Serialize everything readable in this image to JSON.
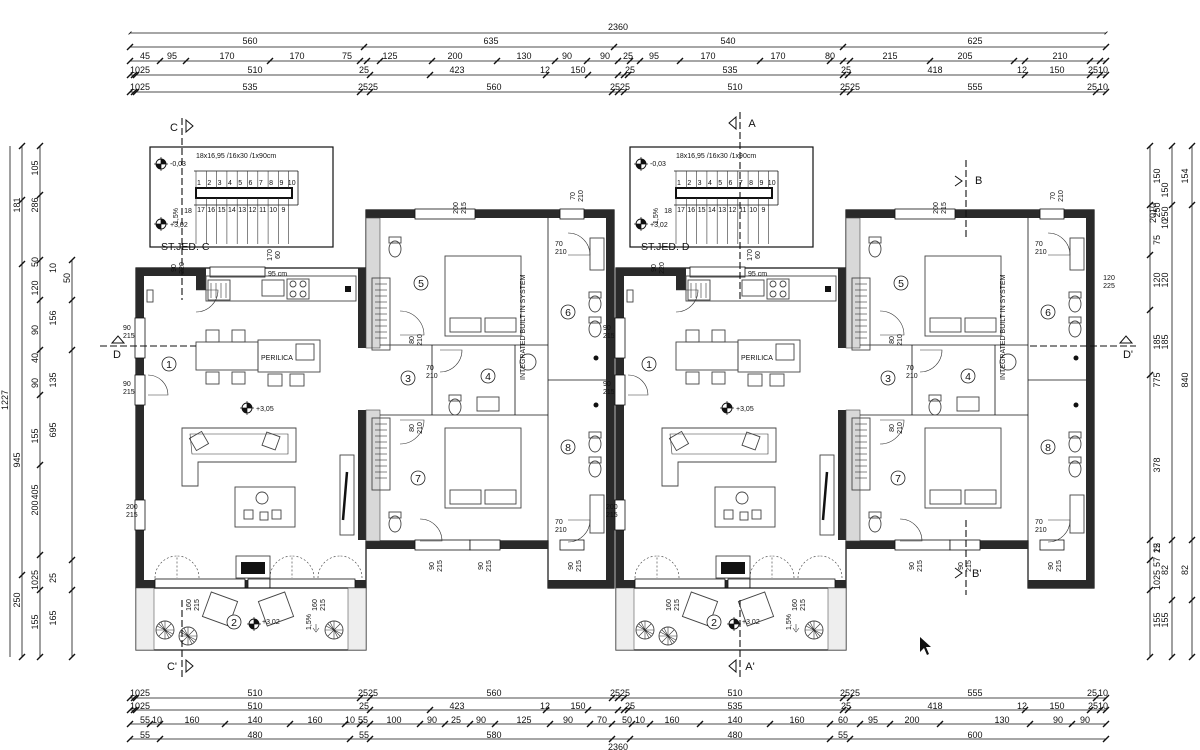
{
  "dims": {
    "top_overall": "2360",
    "top_row1": [
      "560",
      "635",
      "540",
      "625"
    ],
    "top_row2": [
      "45",
      "95",
      "170",
      "170",
      "75",
      "125",
      "200",
      "130",
      "90",
      "90",
      "25",
      "95",
      "170",
      "170",
      "80",
      "215",
      "205",
      "210"
    ],
    "top_row3": [
      "1025",
      "510",
      "25",
      "423",
      "12",
      "150",
      "25",
      "535",
      "25",
      "418",
      "12",
      "150",
      "25",
      "10"
    ],
    "top_row4": [
      "1025",
      "535",
      "2525",
      "560",
      "2525",
      "510",
      "2525",
      "555",
      "25",
      "10"
    ],
    "bottom_row1": [
      "1025",
      "510",
      "2525",
      "560",
      "2525",
      "510",
      "2525",
      "555",
      "25",
      "10"
    ],
    "bottom_row2": [
      "1025",
      "510",
      "25",
      "423",
      "12",
      "150",
      "25",
      "535",
      "25",
      "418",
      "12",
      "150",
      "25",
      "10"
    ],
    "bottom_row3": [
      "55",
      "10",
      "160",
      "140",
      "160",
      "10",
      "55",
      "100",
      "90",
      "25",
      "90",
      "125",
      "90",
      "70",
      "50",
      "10",
      "160",
      "140",
      "160",
      "60",
      "95",
      "200",
      "130",
      "90",
      "90"
    ],
    "bottom_row4": [
      "55",
      "480",
      "55",
      "580",
      "480",
      "55",
      "600"
    ],
    "bottom_overall": "2360",
    "left_outer": [
      "1227"
    ],
    "left_mid": [
      "181",
      "945",
      "250"
    ],
    "left_inner1": [
      "105",
      "286",
      "50",
      "120",
      "90",
      "40",
      "90",
      "155",
      "405",
      "200",
      "1025",
      "155"
    ],
    "left_inner2": [
      "10",
      "50",
      "156",
      "135",
      "695",
      "25",
      "165"
    ],
    "right_outer": [
      "154",
      "840",
      "82"
    ],
    "right_mid": [
      "150",
      "2010",
      "250",
      "75",
      "120",
      "185",
      "775",
      "378",
      "12",
      "25",
      "57",
      "1025",
      "155"
    ],
    "right_inner": [
      "150",
      "250",
      "10",
      "120",
      "185",
      "82",
      "155"
    ]
  },
  "units": [
    {
      "stair_spec": "18x16,95 /16x30 /1x90cm",
      "level_top": "-0,03",
      "level_bottom": "+3,02",
      "unit_name": "ST.JED. C",
      "stair_numbers_top": [
        "1",
        "2",
        "3",
        "4",
        "5",
        "6",
        "7",
        "8",
        "9",
        "10"
      ],
      "stair_numbers_bottom": [
        "17",
        "16",
        "15",
        "14",
        "13",
        "12",
        "11",
        "10",
        "9"
      ],
      "stair_note": "18",
      "slope": "1,5%",
      "rooms": [
        "1",
        "2",
        "3",
        "4",
        "5",
        "6",
        "7",
        "8"
      ],
      "floor_level": "+3,05",
      "balcony_level": "+3,02",
      "balcony_slope": "1,5%",
      "perilica": "PERILICA",
      "integrated": "INTEGRATED BUILT IN SYSTEM",
      "openings": [
        "90 220",
        "90 215",
        "90 215",
        "200 215",
        "160 215",
        "160 215",
        "200 215",
        "90 215",
        "90 215",
        "90 215",
        "70 210",
        "70 210",
        "70 210",
        "80 210",
        "80 210",
        "70 210",
        "120 225",
        "170 60"
      ],
      "kitchen_note": "95 cm",
      "section_left_top": "C",
      "section_left_bottom": "C'",
      "section_side": "D"
    },
    {
      "stair_spec": "18x16,95 /16x30 /1x90cm",
      "level_top": "-0,03",
      "level_bottom": "+3,02",
      "unit_name": "ST.JED. D",
      "stair_numbers_top": [
        "1",
        "2",
        "3",
        "4",
        "5",
        "6",
        "7",
        "8",
        "9",
        "10"
      ],
      "stair_numbers_bottom": [
        "17",
        "16",
        "15",
        "14",
        "13",
        "12",
        "11",
        "10",
        "9"
      ],
      "stair_note": "18",
      "slope": "1,5%",
      "rooms": [
        "1",
        "2",
        "3",
        "4",
        "5",
        "6",
        "7",
        "8"
      ],
      "floor_level": "+3,05",
      "balcony_level": "+3,02",
      "balcony_slope": "1,5%",
      "perilica": "PERILICA",
      "integrated": "INTEGRATED BUILT IN SYSTEM",
      "openings": [
        "90 220",
        "90 215",
        "90 215",
        "200 215",
        "160 215",
        "160 215",
        "200 215",
        "90 215",
        "90 215",
        "90 215",
        "70 210",
        "70 210",
        "70 210",
        "80 210",
        "80 210",
        "70 210",
        "120 225",
        "170 60"
      ],
      "kitchen_note": "95 cm",
      "section_left_top": "A",
      "section_left_bottom": "A'",
      "section_side": "D'"
    }
  ],
  "sections": {
    "b_top": "B",
    "b_bottom": "B'"
  }
}
